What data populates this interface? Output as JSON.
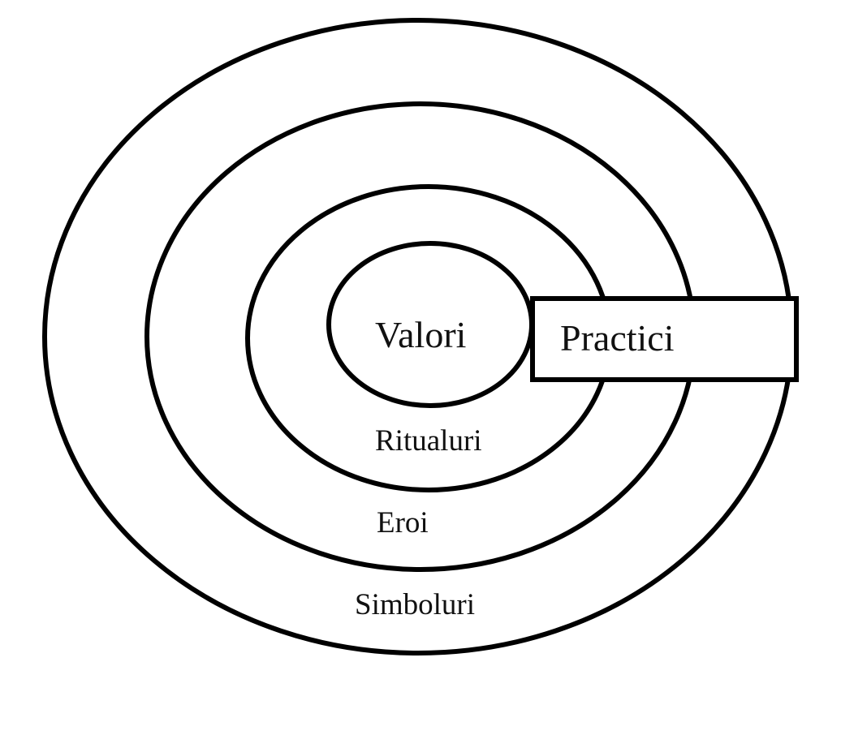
{
  "diagram": {
    "layers": {
      "core": "Valori",
      "ring1": "Ritualuri",
      "ring2": "Eroi",
      "ring3": "Simboluri"
    },
    "practices": "Practici"
  }
}
